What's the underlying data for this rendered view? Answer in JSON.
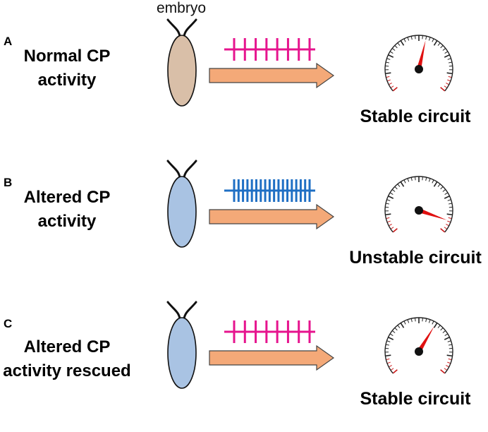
{
  "embryo_label": "embryo",
  "colors": {
    "normal_embryo": "#d9bfa8",
    "altered_embryo": "#a9c3e3",
    "normal_spikes": "#e6148e",
    "altered_spikes": "#1f6fc4",
    "arrow": "#f4a978",
    "needle": "#e01010",
    "gauge_red": "#cc1a1a"
  },
  "panels": [
    {
      "letter": "A",
      "condition_lines": [
        "Normal CP",
        "activity"
      ],
      "embryo_color": "normal",
      "spike_pattern": "sparse",
      "spike_count": 8,
      "spike_color": "normal",
      "outcome": "Stable circuit",
      "needle_level": 0.55
    },
    {
      "letter": "B",
      "condition_lines": [
        "Altered CP",
        "activity"
      ],
      "embryo_color": "altered",
      "spike_pattern": "dense",
      "spike_count": 18,
      "spike_color": "altered",
      "outcome": "Unstable circuit",
      "needle_level": 0.92
    },
    {
      "letter": "C",
      "condition_lines": [
        "Altered CP",
        "activity rescued"
      ],
      "embryo_color": "altered",
      "spike_pattern": "sparse",
      "spike_count": 8,
      "spike_color": "normal",
      "outcome": "Stable circuit",
      "needle_level": 0.62
    }
  ]
}
